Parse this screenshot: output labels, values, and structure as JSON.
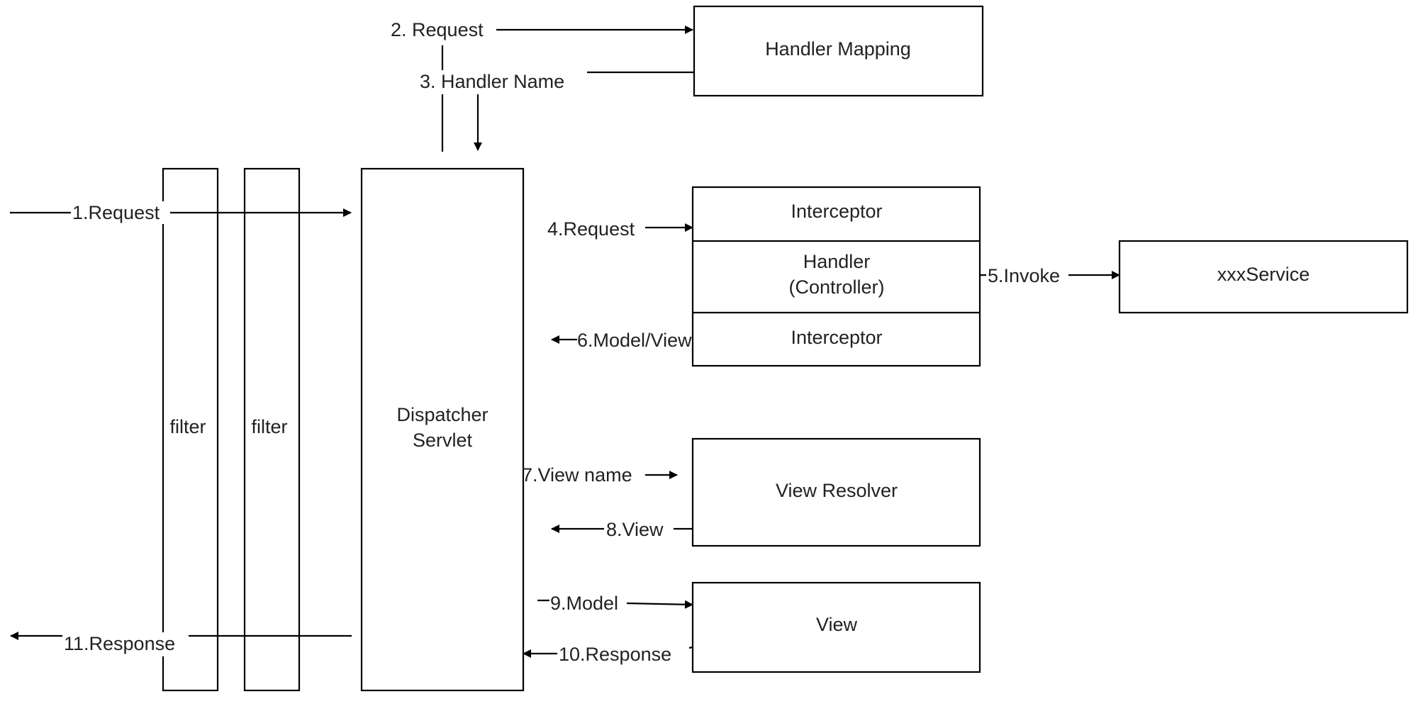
{
  "boxes": {
    "filter_1": "filter",
    "filter_2": "filter",
    "dispatcher_line1": "Dispatcher",
    "dispatcher_line2": "Servlet",
    "handler_mapping": "Handler Mapping",
    "interceptor_top": "Interceptor",
    "handler_line1": "Handler",
    "handler_line2": "(Controller)",
    "interceptor_bottom": "Interceptor",
    "xxx_service": "xxxService",
    "view_resolver": "View Resolver",
    "view": "View"
  },
  "steps": {
    "s1": "1.Request",
    "s2": "2. Request",
    "s3": "3. Handler Name",
    "s4": "4.Request",
    "s5": "5.Invoke",
    "s6": "6.Model/View",
    "s7": "7.View name",
    "s8": "8.View",
    "s9": "9.Model",
    "s10": "10.Response",
    "s11": "11.Response"
  }
}
